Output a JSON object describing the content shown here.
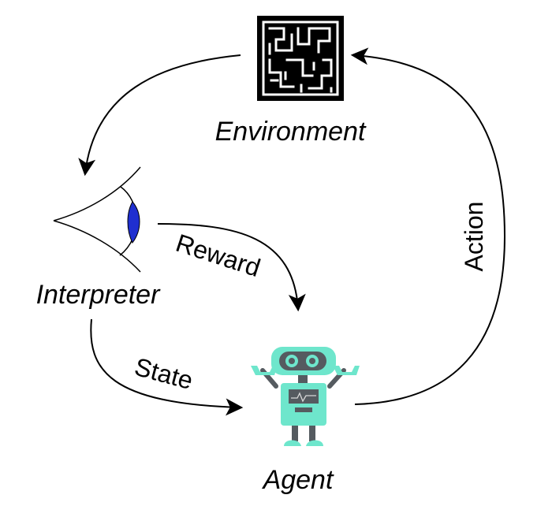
{
  "nodes": {
    "environment": {
      "label": "Environment",
      "icon": "maze-icon"
    },
    "interpreter": {
      "label": "Interpreter",
      "icon": "eye-icon"
    },
    "agent": {
      "label": "Agent",
      "icon": "robot-icon"
    }
  },
  "edges": {
    "reward": {
      "label": "Reward"
    },
    "state": {
      "label": "State"
    },
    "action": {
      "label": "Action"
    },
    "env_to_interpreter": {
      "label": ""
    }
  },
  "colors": {
    "line": "#000000",
    "eye_iris": "#1f2fd0",
    "robot_body": "#6ee6cc",
    "robot_dark": "#555b60",
    "background": "#ffffff"
  }
}
